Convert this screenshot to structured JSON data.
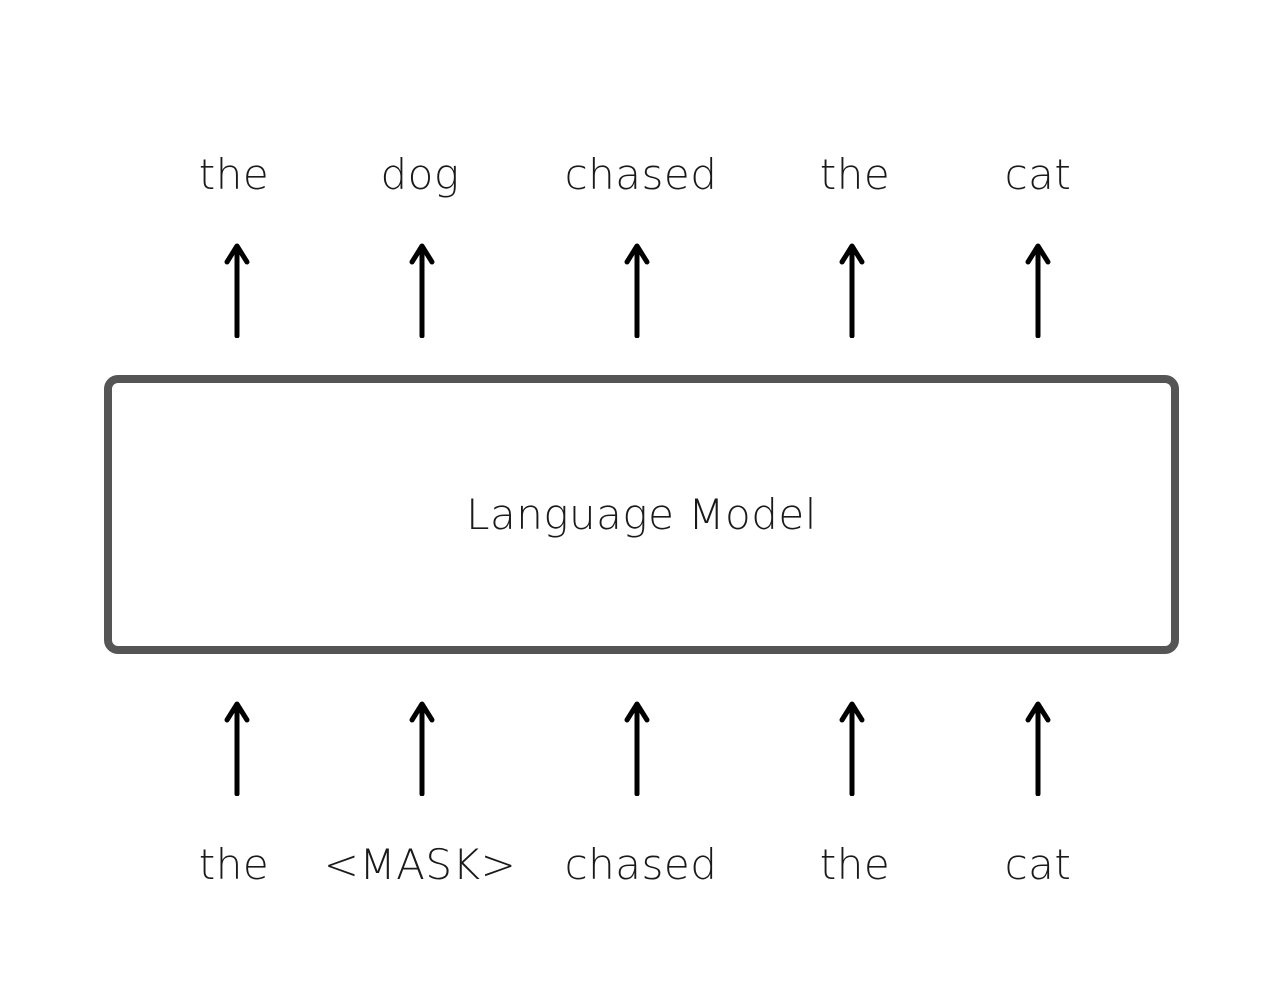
{
  "model": {
    "label": "Language Model",
    "border_color": "#555555"
  },
  "output_tokens": [
    "the",
    "dog",
    "chased",
    "the",
    "cat"
  ],
  "input_tokens": [
    "the",
    "<MASK>",
    "chased",
    "the",
    "cat"
  ],
  "arrow_color": "#000000",
  "text_color": "#1a1a1a"
}
